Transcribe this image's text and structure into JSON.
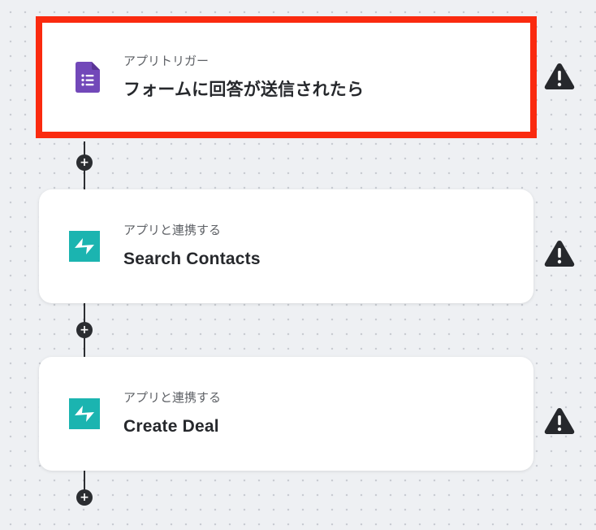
{
  "flow": {
    "steps": [
      {
        "kind_label": "アプリトリガー",
        "title": "フォームに回答が送信されたら",
        "icon": "google-forms-icon",
        "selected": true,
        "warning": true
      },
      {
        "kind_label": "アプリと連携する",
        "title": "Search Contacts",
        "icon": "teal-crm-app-icon",
        "selected": false,
        "warning": true
      },
      {
        "kind_label": "アプリと連携する",
        "title": "Create Deal",
        "icon": "teal-crm-app-icon",
        "selected": false,
        "warning": true
      }
    ],
    "add_step_symbol": "+"
  },
  "colors": {
    "selection_border": "#fa2a0f",
    "forms_purple": "#7248b9",
    "app_teal": "#1bb4b0",
    "connector": "#2b2d31",
    "warning": "#26282c"
  }
}
